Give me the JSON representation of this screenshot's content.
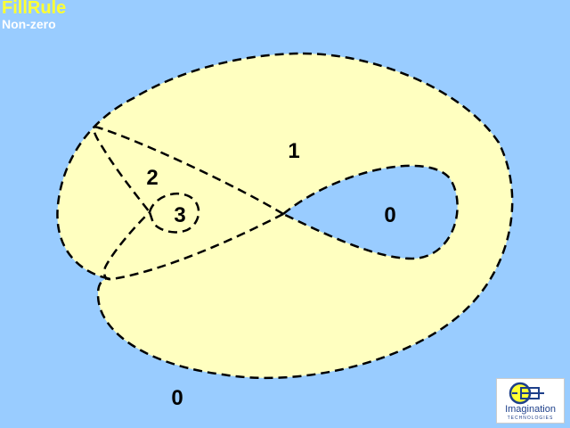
{
  "title": "FillRule",
  "subtitle": "Non-zero",
  "colors": {
    "background": "#99ccff",
    "fill": "#ffffc0",
    "stroke": "#000000",
    "title": "#ffff33",
    "subtitle": "#ffffff"
  },
  "winding_labels": {
    "outer_region": "1",
    "left_region": "2",
    "inner_region": "3",
    "loop_hole": "0",
    "outside": "0"
  },
  "logo": {
    "name": "Imagination",
    "tagline": "TECHNOLOGIES",
    "icon": "imagination-logo-icon"
  }
}
